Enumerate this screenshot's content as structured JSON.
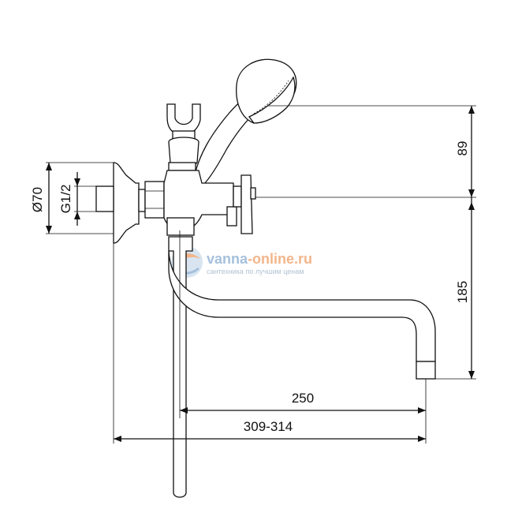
{
  "dimensions": {
    "d_flange": "Ø70",
    "thread": "G1/2",
    "h_upper": "89",
    "h_lower": "185",
    "spout_reach": "250",
    "total_reach": "309-314"
  },
  "watermark": {
    "brand_a": "vanna",
    "brand_b": "-online.ru",
    "tagline": "сантехника по лучшим ценам"
  },
  "colors": {
    "ink": "#111111",
    "watermark_blue": "#8fb1d4",
    "watermark_orange": "#f0a36e"
  }
}
